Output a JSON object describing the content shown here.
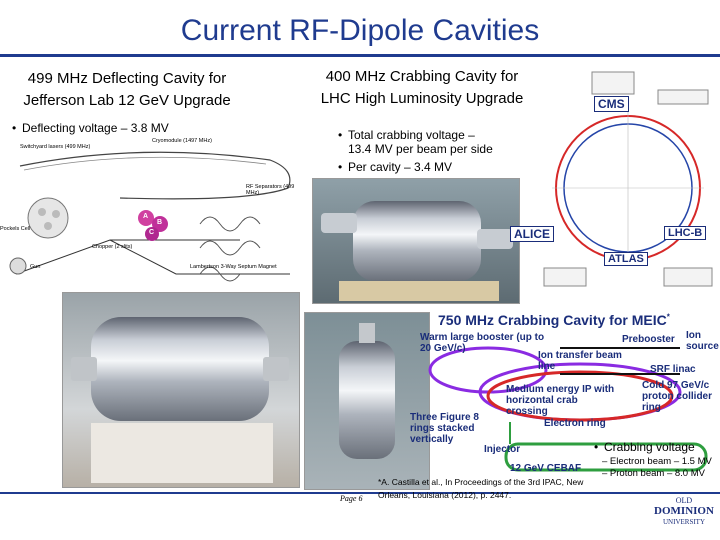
{
  "title": "Current RF-Dipole Cavities",
  "sections": {
    "jlab": {
      "heading_line1": "499 MHz Deflecting Cavity for",
      "heading_line2": "Jefferson Lab 12 GeV Upgrade",
      "bullet": "Deflecting voltage – 3.8 MV",
      "diagram_labels": {
        "cryomodule": "Cryomodule (1497 MHz)",
        "switchyard": "Switchyard lasers (499 MHz)",
        "pockels": "Pockels Cell",
        "chopper": "Chopper (2 slits)",
        "gun": "Gun",
        "separators": "RF Separators (499 MHz)",
        "lambertson": "Lambertson 3-Way Septum Magnet",
        "hall_a": "A",
        "hall_b": "B",
        "hall_c": "C"
      }
    },
    "lhc": {
      "heading_line1": "400 MHz Crabbing Cavity for",
      "heading_line2": "LHC High Luminosity Upgrade",
      "bullet1_line1": "Total crabbing voltage –",
      "bullet1_line2": "13.4 MV per beam per side",
      "bullet2": "Per cavity – 3.4 MV",
      "ring_labels": {
        "cms": "CMS",
        "alice": "ALICE",
        "atlas": "ATLAS",
        "lhcb": "LHC-B"
      }
    },
    "meic": {
      "heading": "750 MHz Crabbing Cavity for MEIC",
      "heading_sup": "*",
      "diagram_labels": {
        "booster": "Warm large booster (up to 20 GeV/c)",
        "ion_transfer": "Ion transfer beam line",
        "prebooster": "Prebooster",
        "ion_source": "Ion source",
        "srf_linac": "SRF linac",
        "collider": "Cold 97 GeV/c proton collider ring",
        "medium_ip": "Medium energy IP with horizontal crab crossing",
        "electron_ring": "Electron ring",
        "three_fig8": "Three Figure 8 rings stacked vertically",
        "injector": "Injector",
        "cebaf": "12 GeV CEBAF"
      },
      "bullet": "Crabbing voltage",
      "sub1": "– Electron beam – 1.5 MV",
      "sub2": "– Proton beam – 8.0 MV"
    }
  },
  "footnote_line1": "*A. Castilla et al., In Proceedings of the 3rd IPAC, New",
  "footnote_line2": "Orleans, Louisiana (2012), p. 2447.",
  "page_label": "Page 6",
  "logo": {
    "line1": "OLD",
    "line2": "DOMINION",
    "line3": "UNIVERSITY"
  },
  "colors": {
    "title_blue": "#1f3b8f",
    "meic_ring_purple": "#8a2be2",
    "meic_ring_red": "#d62828",
    "meic_ring_green": "#2e9e3f"
  }
}
